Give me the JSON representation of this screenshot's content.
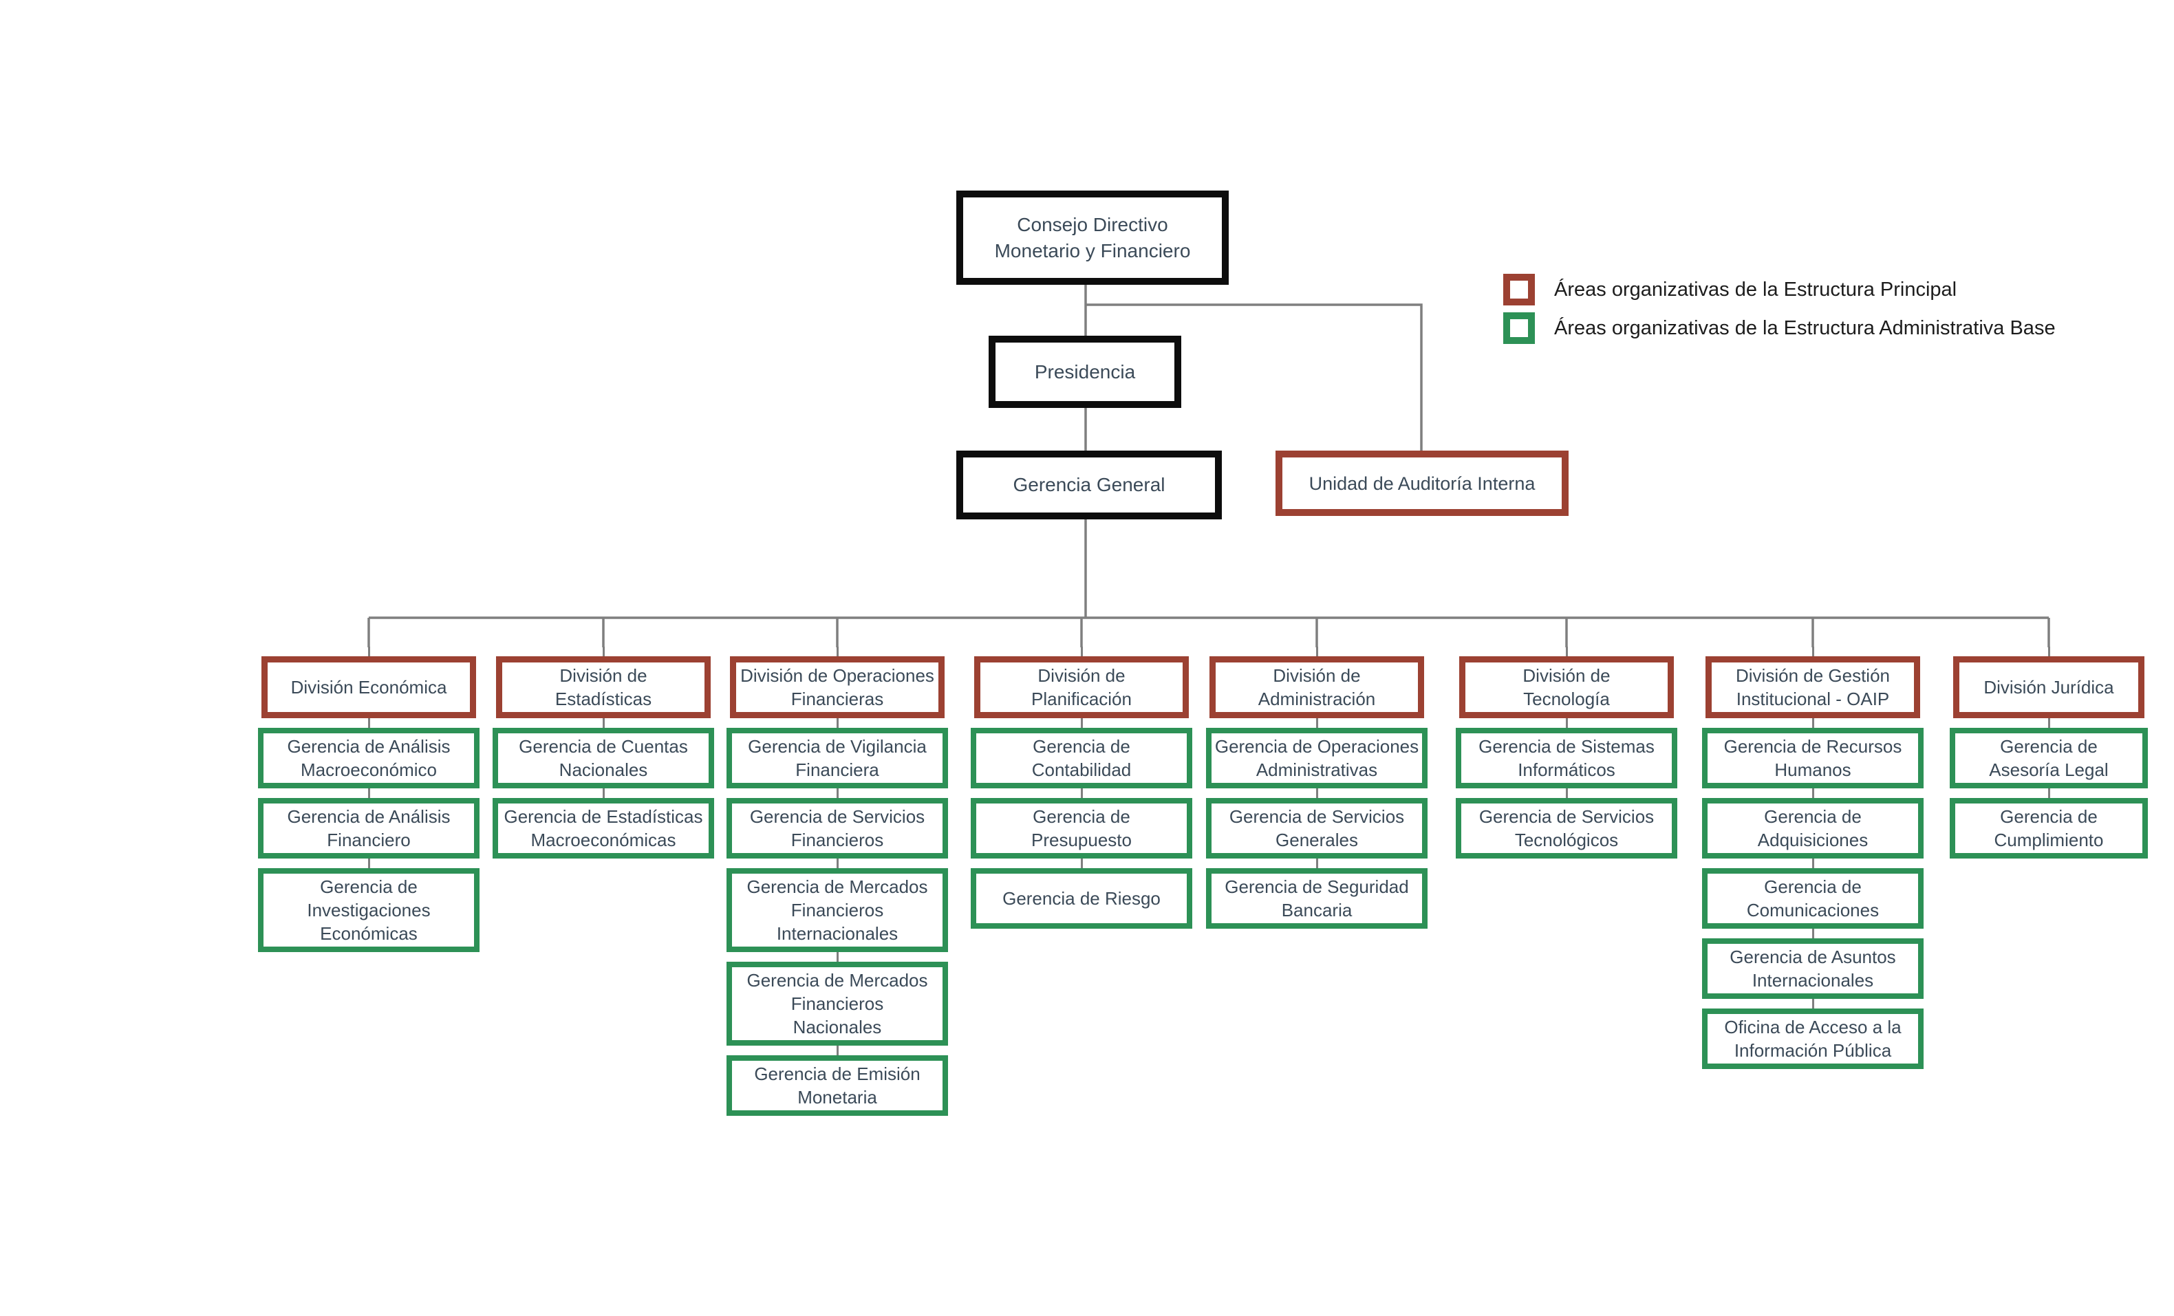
{
  "palette": {
    "principal_border": "#9c4132",
    "base_border": "#2d9156",
    "top_border": "#0d0d0d",
    "box_text": "#3b4a58",
    "connector": "#7f7f7f",
    "background": "#ffffff"
  },
  "nodes": {
    "consejo": "Consejo Directivo\nMonetario y Financiero",
    "presidencia": "Presidencia",
    "gerencia_general": "Gerencia General",
    "auditoria": "Unidad de Auditoría Interna"
  },
  "legend": {
    "principal": "Áreas organizativas de la Estructura Principal",
    "base": "Áreas organizativas de la Estructura Administrativa Base"
  },
  "columns": [
    {
      "division": "División Económica",
      "gerencias": [
        "Gerencia de Análisis\nMacroeconómico",
        "Gerencia de Análisis\nFinanciero",
        "Gerencia de\nInvestigaciones\nEconómicas"
      ]
    },
    {
      "division": "División de\nEstadísticas",
      "gerencias": [
        "Gerencia de Cuentas\nNacionales",
        "Gerencia de Estadísticas\nMacroeconómicas"
      ]
    },
    {
      "division": "División de Operaciones\nFinancieras",
      "gerencias": [
        "Gerencia de Vigilancia\nFinanciera",
        "Gerencia de Servicios\nFinancieros",
        "Gerencia de Mercados\nFinancieros\nInternacionales",
        "Gerencia de Mercados\nFinancieros\nNacionales",
        "Gerencia de Emisión\nMonetaria"
      ]
    },
    {
      "division": "División de\nPlanificación",
      "gerencias": [
        "Gerencia de\nContabilidad",
        "Gerencia de\nPresupuesto",
        "Gerencia de Riesgo"
      ]
    },
    {
      "division": "División de\nAdministración",
      "gerencias": [
        "Gerencia de Operaciones\nAdministrativas",
        "Gerencia de Servicios\nGenerales",
        "Gerencia de Seguridad\nBancaria"
      ]
    },
    {
      "division": "División de\nTecnología",
      "gerencias": [
        "Gerencia de Sistemas\nInformáticos",
        "Gerencia de Servicios\nTecnológicos"
      ]
    },
    {
      "division": "División de Gestión\nInstitucional - OAIP",
      "gerencias": [
        "Gerencia de Recursos\nHumanos",
        "Gerencia de\nAdquisiciones",
        "Gerencia de\nComunicaciones",
        "Gerencia de Asuntos\nInternacionales",
        "Oficina de Acceso a la\nInformación Pública"
      ]
    },
    {
      "division": "División Jurídica",
      "gerencias": [
        "Gerencia de\nAsesoría Legal",
        "Gerencia de\nCumplimiento"
      ]
    }
  ]
}
